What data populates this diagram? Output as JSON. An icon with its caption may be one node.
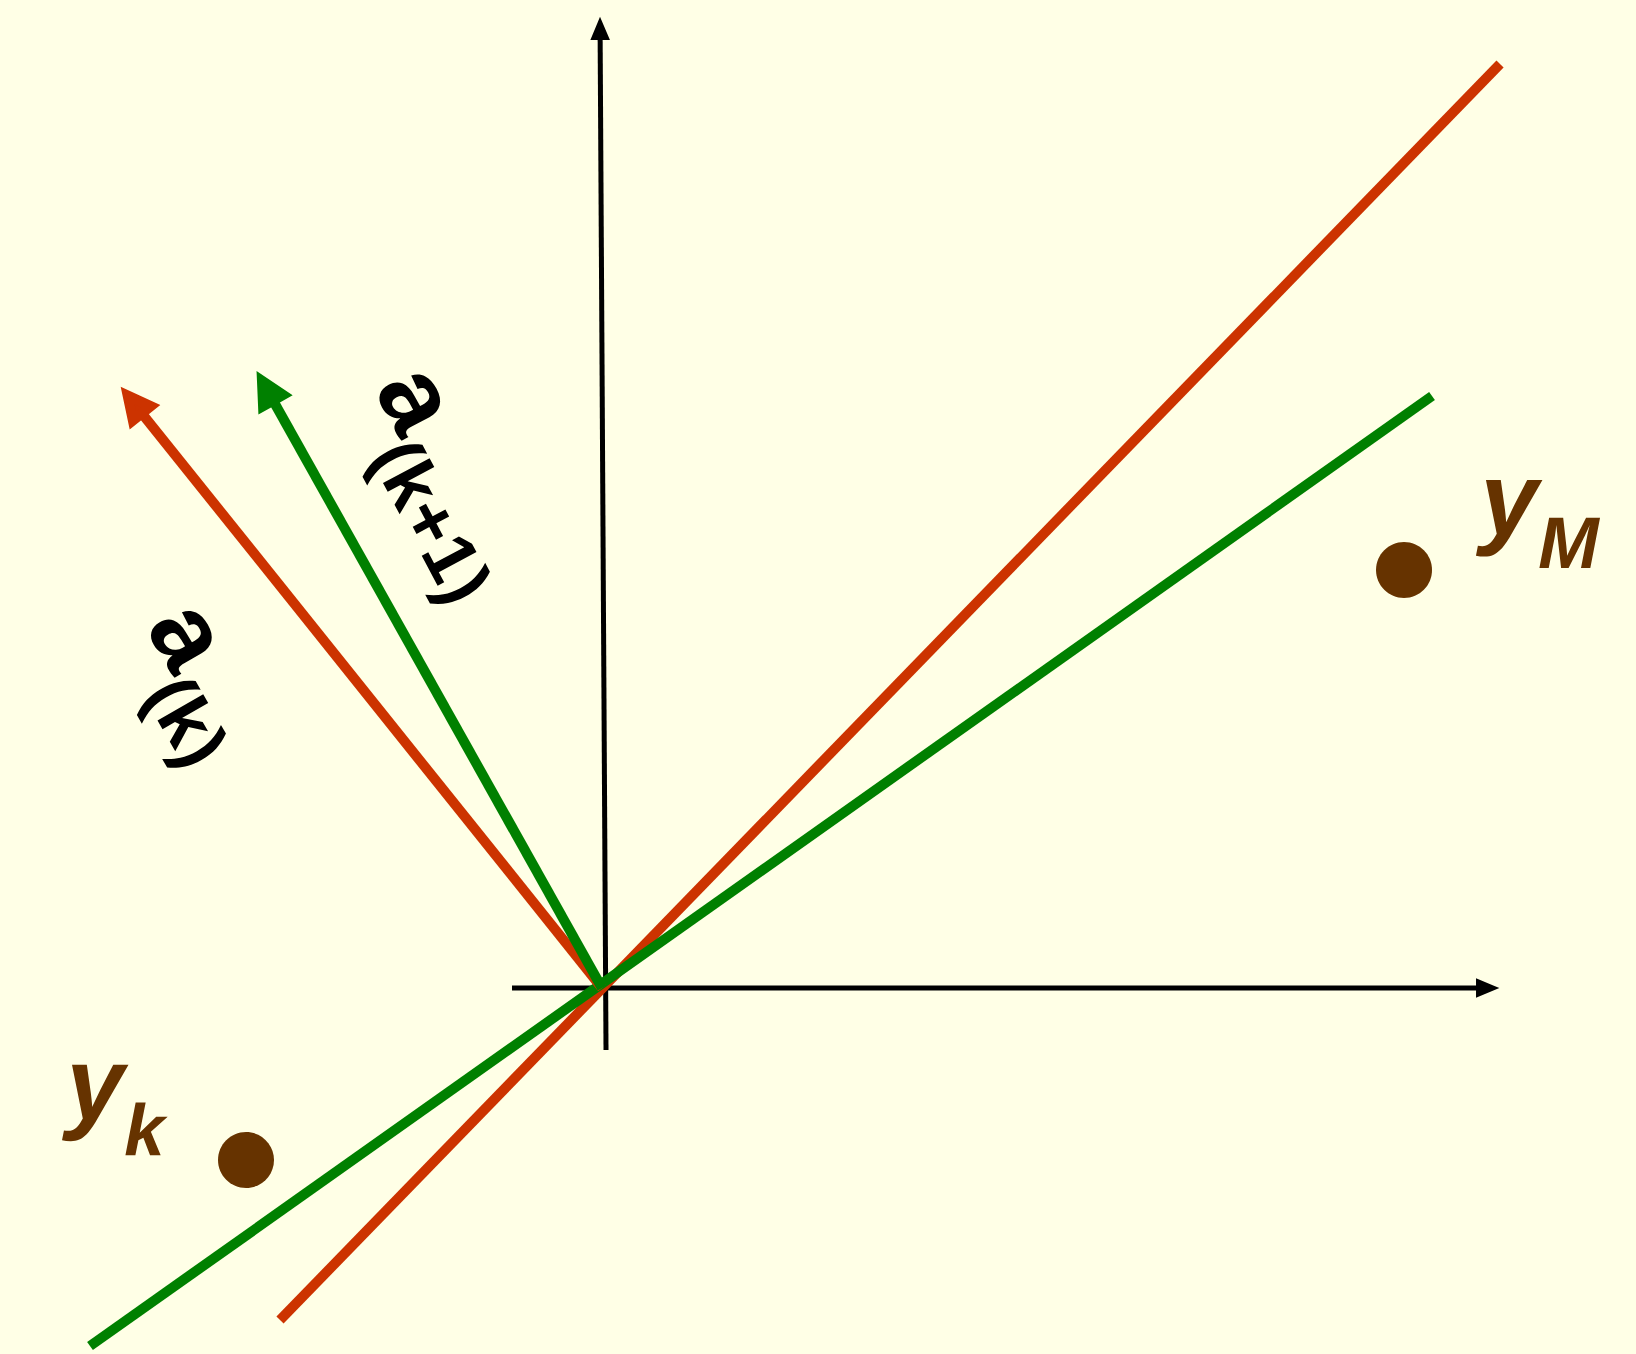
{
  "diagram": {
    "labels": [
      "a$_{(k+1)}$",
      "y$_{M}$",
      "a$_{(k)}$",
      "y$_{k}$"
    ]
  }
}
